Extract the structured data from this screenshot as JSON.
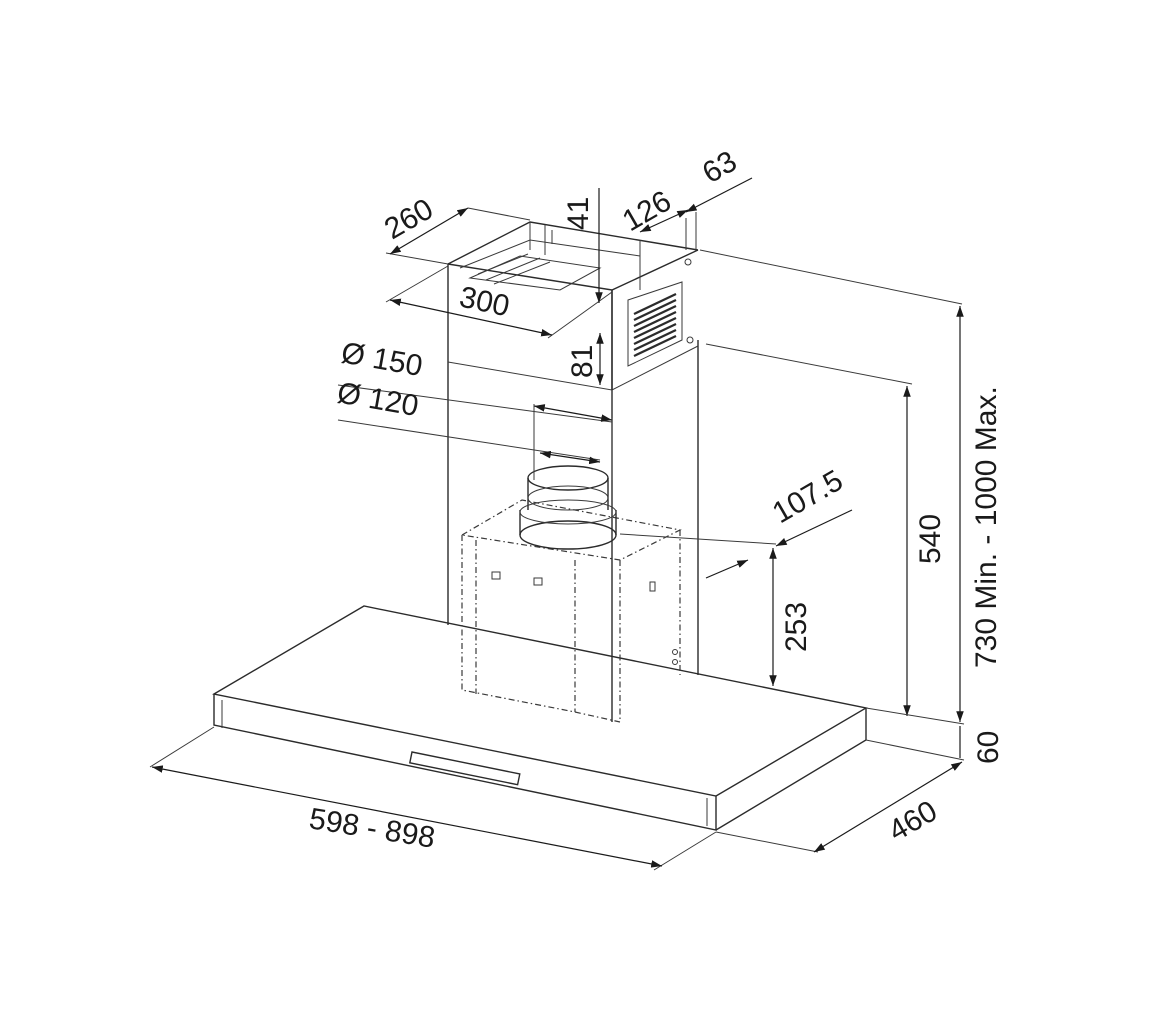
{
  "dimensions": {
    "top_depth": "260",
    "top_width": "300",
    "d1": "41",
    "d2": "126",
    "d3": "63",
    "bracket_height": "81",
    "diameter_large": "Ø 150",
    "diameter_small": "Ø 120",
    "outlet_offset": "107.5",
    "motor_height": "253",
    "chimney_height": "540",
    "total_height": "730 Min. - 1000 Max.",
    "canopy_height": "60",
    "canopy_depth": "460",
    "canopy_width": "598 - 898"
  },
  "colors": {
    "line": "#2b2b2b",
    "background": "#ffffff"
  }
}
